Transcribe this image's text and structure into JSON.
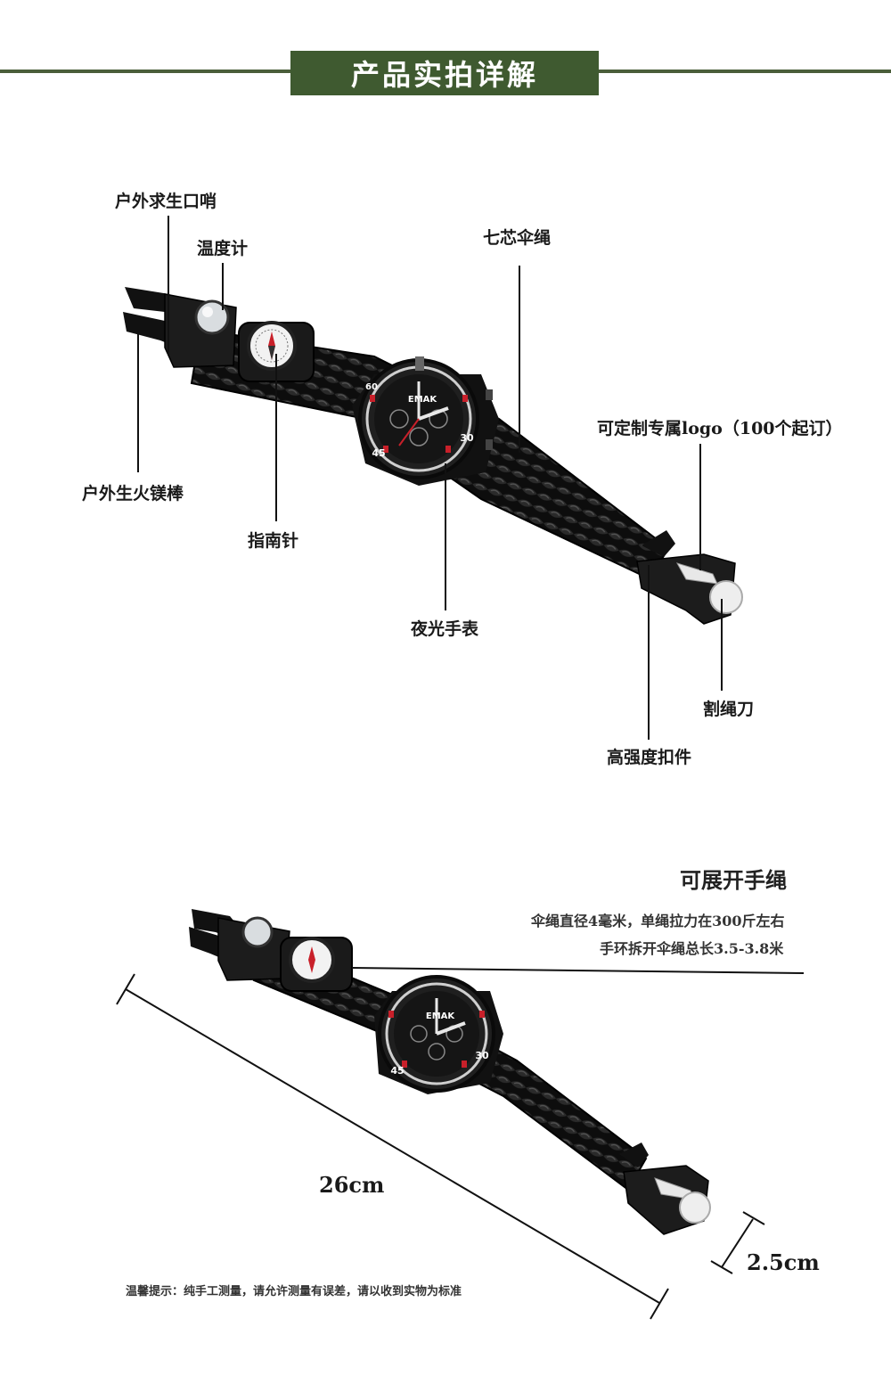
{
  "header": {
    "title": "产品实拍详解"
  },
  "callouts": {
    "whistle": "户外求生口哨",
    "thermometer": "温度计",
    "cord": "七芯伞绳",
    "logo": "可定制专属logo（100个起订）",
    "firestarter": "户外生火镁棒",
    "compass": "指南针",
    "watch": "夜光手表",
    "cutter": "割绳刀",
    "buckle": "高强度扣件"
  },
  "watch_face": {
    "brand": "EMAK",
    "bezel_left": "45",
    "bezel_right": "30",
    "bezel_top": "60"
  },
  "section2": {
    "title": "可展开手绳",
    "spec_line1": "伞绳直径4毫米，单绳拉力在300斤左右",
    "spec_line2": "手环拆开伞绳总长3.5-3.8米",
    "length_label": "26cm",
    "width_label": "2.5cm",
    "note": "温馨提示：纯手工测量，请允许测量有误差，请以收到实物为标准"
  },
  "colors": {
    "banner": "#3f5a30",
    "rule": "#4a5e3a",
    "cord": "#111111",
    "accent_red": "#c8202a"
  }
}
